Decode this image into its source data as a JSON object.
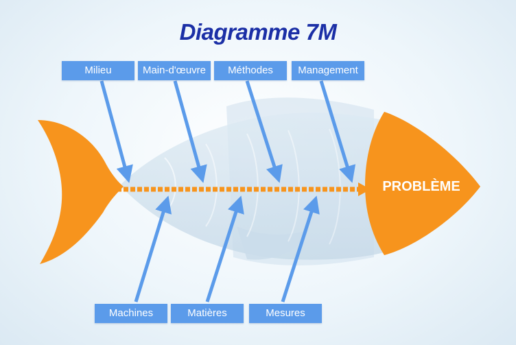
{
  "title": "Diagramme 7M",
  "problem": "PROBLÈME",
  "causes": {
    "top": [
      "Milieu",
      "Main-d'œuvre",
      "Méthodes",
      "Management"
    ],
    "bottom": [
      "Machines",
      "Matières",
      "Mesures"
    ]
  },
  "colors": {
    "title": "#1b2fa6",
    "label_box": "#5b9bea",
    "arrow": "#5b9bea",
    "fish_accent": "#f7941d",
    "fish_body": "#c9dcea"
  }
}
